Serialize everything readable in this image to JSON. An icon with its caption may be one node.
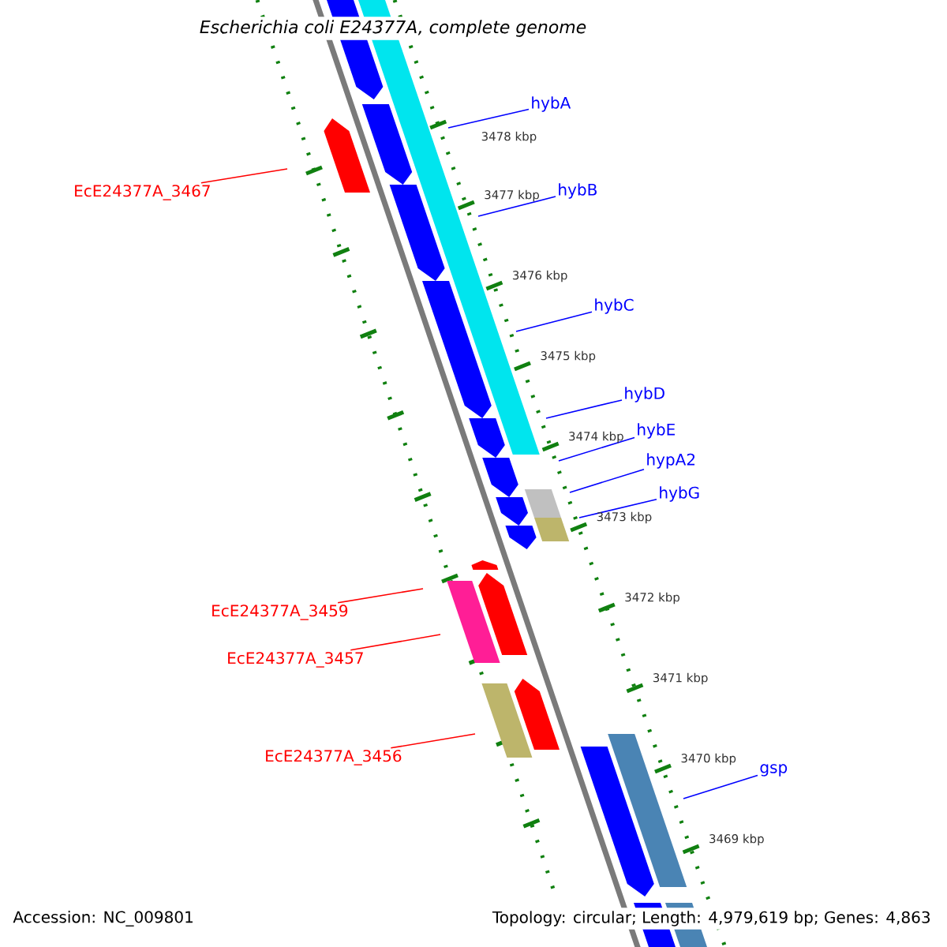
{
  "diagram": {
    "title": "Escherichia coli E24377A, complete genome",
    "nodes": [
      {
        "text": [
          "hybA"
        ]
      },
      {
        "text": [
          "EcE24377A_3467"
        ]
      },
      {
        "text": [
          "hybB"
        ]
      },
      {
        "text": [
          "hybC"
        ]
      },
      {
        "text": [
          "hybD"
        ]
      },
      {
        "text": [
          "hybE"
        ]
      },
      {
        "text": [
          "hypA2"
        ]
      },
      {
        "text": [
          "hybG"
        ]
      },
      {
        "text": [
          "EcE24377A_3459"
        ]
      },
      {
        "text": [
          "EcE24377A_3457"
        ]
      },
      {
        "text": [
          "EcE24377A_3456"
        ]
      },
      {
        "text": [
          "gsp"
        ]
      }
    ],
    "edges": [
      {
        "from": 0,
        "to": null,
        "arrow": "none"
      },
      {
        "from": 1,
        "to": null,
        "arrow": "none",
        "color": "#ff0000"
      },
      {
        "from": 2,
        "to": null,
        "arrow": "none"
      },
      {
        "from": 3,
        "to": null,
        "arrow": "none"
      },
      {
        "from": 4,
        "to": null,
        "arrow": "none"
      },
      {
        "from": 5,
        "to": null,
        "arrow": "none"
      },
      {
        "from": 6,
        "to": null,
        "arrow": "none"
      },
      {
        "from": 7,
        "to": null,
        "arrow": "none"
      },
      {
        "from": 8,
        "to": null,
        "arrow": "none",
        "color": "#ff0000"
      },
      {
        "from": 9,
        "to": null,
        "arrow": "none",
        "color": "#ff0000"
      },
      {
        "from": 10,
        "to": null,
        "arrow": "none",
        "color": "#ff0000"
      },
      {
        "from": 11,
        "to": null,
        "arrow": "none"
      }
    ],
    "labels": [
      "3478 kbp",
      "3477 kbp",
      "3476 kbp",
      "3475 kbp",
      "3474 kbp",
      "3473 kbp",
      "3472 kbp",
      "3471 kbp",
      "3470 kbp",
      "3469 kbp",
      "Accession: NC_009801",
      "Topology: circular; Length: 4,979,619 bp; Genes: 4,863"
    ]
  }
}
